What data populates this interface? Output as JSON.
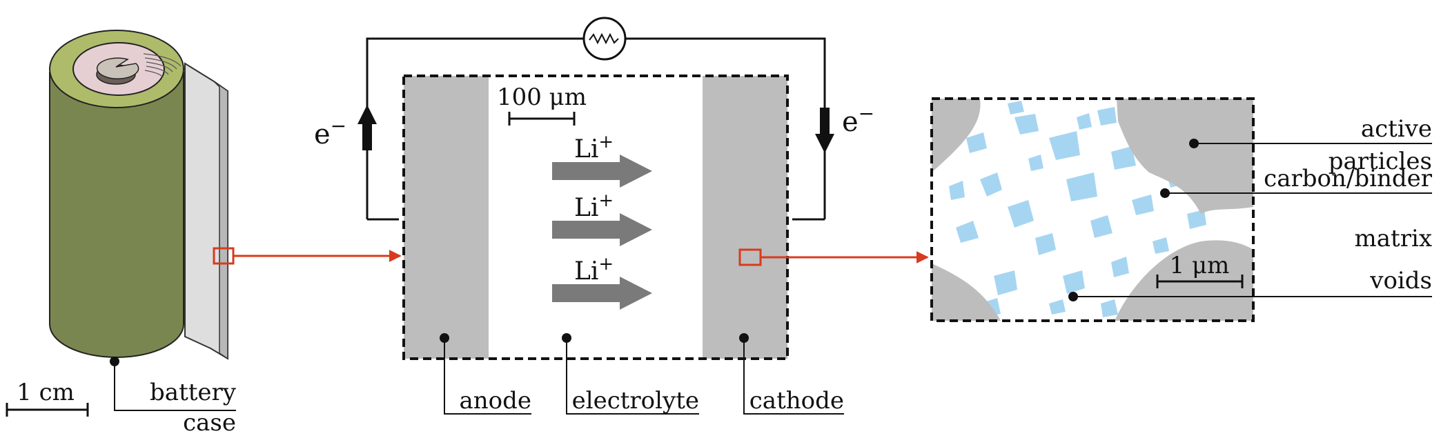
{
  "cell": {
    "scale_label": "1 cm",
    "case_label_line1": "battery",
    "case_label_line2": "case"
  },
  "circuit": {
    "electron_left": "e",
    "electron_right": "e",
    "electron_sup": "−",
    "scale_label": "100 μm",
    "ion_label": "Li",
    "ion_sup": "+",
    "anode_label": "anode",
    "electrolyte_label": "electrolyte",
    "cathode_label": "cathode"
  },
  "micro": {
    "scale_label": "1 μm",
    "active_line1": "active",
    "active_line2": "particles",
    "binder_line1": "carbon/binder",
    "binder_line2": "matrix",
    "voids_label": "voids"
  },
  "colors": {
    "case_green": "#7a8650",
    "case_top": "#aebb6a",
    "inner_pink": "#e6cfd3",
    "electrode_gray": "#bdbdbd",
    "arrow_gray": "#7a7a7a",
    "highlight_red": "#d83a1e",
    "matrix_blue": "#a6d5f2"
  }
}
